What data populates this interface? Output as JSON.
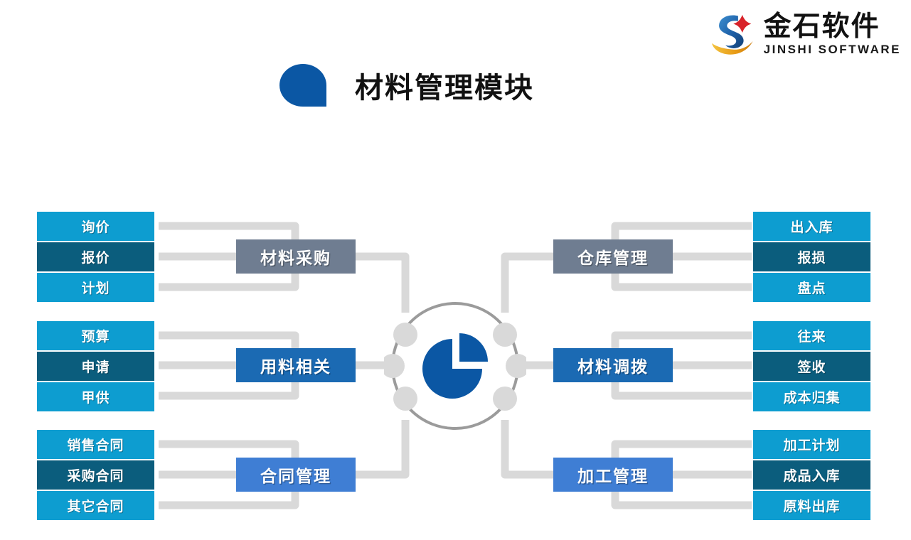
{
  "brand": {
    "name_cn": "金石软件",
    "name_en": "JINSHI SOFTWARE",
    "logo_icon": "jinshi-s-swoosh-logo",
    "logo_blue": "#1f5fa8",
    "logo_gold": "#e8a41c",
    "logo_red": "#d8232a"
  },
  "title": {
    "text": "材料管理模块",
    "bullet_icon": "blue-droplet-shape",
    "bullet_color": "#0b57a4"
  },
  "hub": {
    "icon": "pie-chart-icon",
    "pie_color": "#0b57a4",
    "ring_color": "#9b9b9b",
    "node_color": "#d9d9d9",
    "node_count": 6
  },
  "colors": {
    "leaf_light": "#0d9dd0",
    "leaf_dark": "#0b5d7d",
    "main_gray": "#6f7d91",
    "main_blue": "#1b6ab3",
    "main_blue_light": "#3f7ed4",
    "connector": "#d9d9d9"
  },
  "groups": [
    {
      "id": "material-purchase",
      "side": "left",
      "row": 1,
      "main_label": "材料采购",
      "main_style": "gray",
      "leaves": [
        {
          "label": "询价",
          "style": "light"
        },
        {
          "label": "报价",
          "style": "dark"
        },
        {
          "label": "计划",
          "style": "light"
        }
      ]
    },
    {
      "id": "material-usage",
      "side": "left",
      "row": 2,
      "main_label": "用料相关",
      "main_style": "blue",
      "leaves": [
        {
          "label": "预算",
          "style": "light"
        },
        {
          "label": "申请",
          "style": "dark"
        },
        {
          "label": "甲供",
          "style": "light"
        }
      ]
    },
    {
      "id": "contract-management",
      "side": "left",
      "row": 3,
      "main_label": "合同管理",
      "main_style": "blue-light",
      "leaves": [
        {
          "label": "销售合同",
          "style": "light"
        },
        {
          "label": "采购合同",
          "style": "dark"
        },
        {
          "label": "其它合同",
          "style": "light"
        }
      ]
    },
    {
      "id": "warehouse-management",
      "side": "right",
      "row": 1,
      "main_label": "仓库管理",
      "main_style": "gray",
      "leaves": [
        {
          "label": "出入库",
          "style": "light"
        },
        {
          "label": "报损",
          "style": "dark"
        },
        {
          "label": "盘点",
          "style": "light"
        }
      ]
    },
    {
      "id": "material-transfer",
      "side": "right",
      "row": 2,
      "main_label": "材料调拨",
      "main_style": "blue",
      "leaves": [
        {
          "label": "往来",
          "style": "light"
        },
        {
          "label": "签收",
          "style": "dark"
        },
        {
          "label": "成本归集",
          "style": "light"
        }
      ]
    },
    {
      "id": "processing-management",
      "side": "right",
      "row": 3,
      "main_label": "加工管理",
      "main_style": "blue-light",
      "leaves": [
        {
          "label": "加工计划",
          "style": "light"
        },
        {
          "label": "成品入库",
          "style": "dark"
        },
        {
          "label": "原料出库",
          "style": "light"
        }
      ]
    }
  ]
}
